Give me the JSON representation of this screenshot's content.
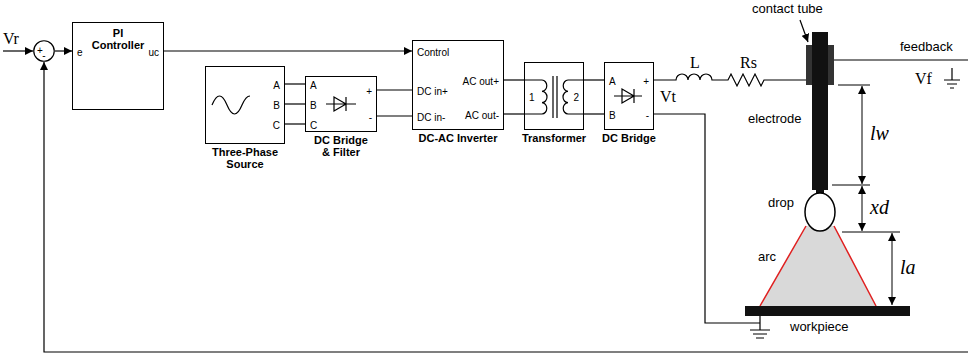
{
  "diagram": {
    "nodes": [
      {
        "text": [
          "+",
          "-"
        ]
      },
      {
        "text": [
          "e",
          "uc",
          "PI Controller"
        ]
      },
      {
        "text": [
          "A",
          "B",
          "C",
          "Three-Phase Source"
        ]
      },
      {
        "text": [
          "A",
          "B",
          "C",
          "+",
          "-",
          "DC Bridge & Filter"
        ]
      },
      {
        "text": [
          "Control",
          "DC in+",
          "DC in-",
          "AC out+",
          "AC out-",
          "DC-AC Inverter"
        ]
      },
      {
        "text": [
          "1",
          "2",
          "Transformer"
        ]
      },
      {
        "text": [
          "A",
          "B",
          "+",
          "-",
          "DC Bridge"
        ]
      }
    ],
    "edges": [
      {
        "from": 0,
        "to": 1,
        "arrow": "to"
      },
      {
        "from": 1,
        "to": 4,
        "arrow": "to"
      },
      {
        "from": 2,
        "to": 3,
        "arrow": "none"
      },
      {
        "from": 2,
        "to": 3,
        "arrow": "none"
      },
      {
        "from": 2,
        "to": 3,
        "arrow": "none"
      },
      {
        "from": 3,
        "to": 4,
        "arrow": "none"
      },
      {
        "from": 3,
        "to": 4,
        "arrow": "none"
      },
      {
        "from": 4,
        "to": 5,
        "arrow": "none"
      },
      {
        "from": 4,
        "to": 5,
        "arrow": "none"
      },
      {
        "from": 5,
        "to": 6,
        "arrow": "none"
      },
      {
        "from": 5,
        "to": 6,
        "arrow": "none"
      }
    ],
    "labels": [
      "Vr",
      "Vt",
      "L",
      "Rs",
      "contact tube",
      "feedback",
      "Vf",
      "electrode",
      "lw",
      "xd",
      "drop",
      "arc",
      "la",
      "workpiece"
    ]
  }
}
